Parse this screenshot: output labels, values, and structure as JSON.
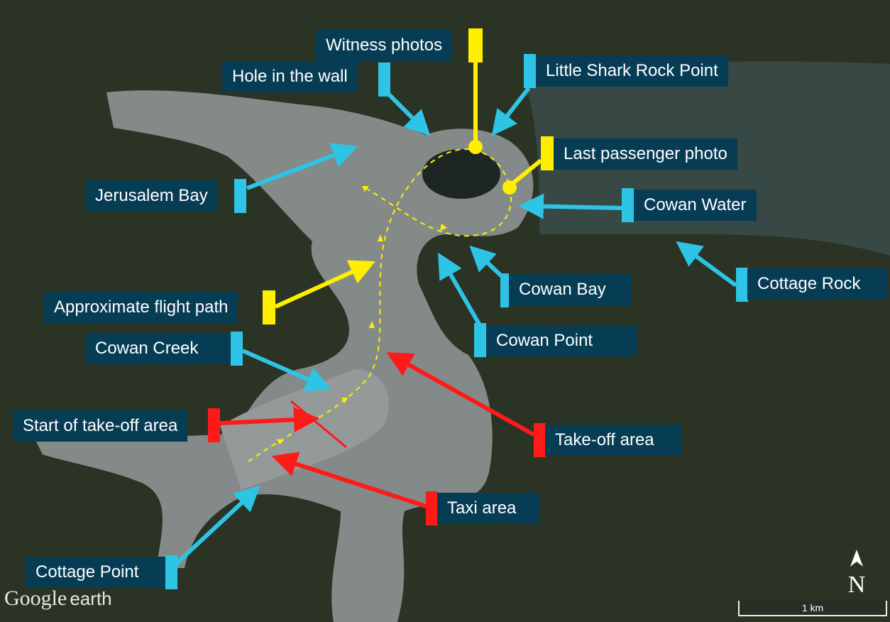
{
  "colors": {
    "label_bg": "#073c55",
    "blue": "#2ec4e6",
    "yellow": "#ffee00",
    "red": "#ff1a1a",
    "water": "#9aa0a0",
    "land": "#2a3324"
  },
  "labels": {
    "witness_photos": "Witness photos",
    "hole_in_the_wall": "Hole in the wall",
    "little_shark_rock_point": "Little Shark Rock Point",
    "last_passenger_photo": "Last passenger photo",
    "jerusalem_bay": "Jerusalem Bay",
    "cowan_water": "Cowan Water",
    "cottage_rock": "Cottage Rock",
    "cowan_bay": "Cowan Bay",
    "approximate_flight_path": "Approximate flight path",
    "cowan_point": "Cowan Point",
    "cowan_creek": "Cowan Creek",
    "start_of_takeoff_area": "Start of take-off area",
    "takeoff_area": "Take-off  area",
    "taxi_area": "Taxi area",
    "cottage_point": "Cottage Point"
  },
  "logo": {
    "google": "Google",
    "earth": "earth"
  },
  "north": "N",
  "scale": "1 km"
}
